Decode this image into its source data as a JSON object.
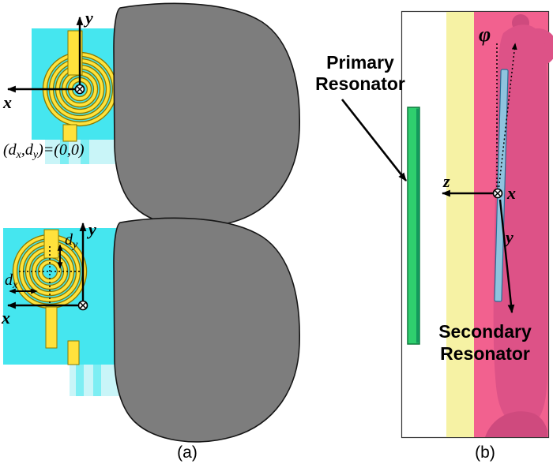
{
  "panel_a": {
    "label": "(a)",
    "top": {
      "axis_y": "y",
      "axis_x": "x",
      "offset_p1": "(d",
      "offset_s1": "x",
      "offset_p2": ",d",
      "offset_s2": "y",
      "offset_p3": ")=(0,0)"
    },
    "bottom": {
      "axis_y": "y",
      "axis_x": "x",
      "dy_base": "d",
      "dy_sub": "y",
      "dx_base": "d",
      "dx_sub": "x"
    }
  },
  "panel_b": {
    "label": "(b)",
    "primary_line1": "Primary",
    "primary_line2": "Resonator",
    "secondary_line1": "Secondary",
    "secondary_line2": "Resonator",
    "phi": "φ",
    "axis_z": "z",
    "axis_x": "x",
    "axis_y": "y"
  },
  "colors": {
    "substrate": "#45e6ef",
    "substrate_light": "#c9f5f8",
    "substrate_mid": "#7deef3",
    "coil": "#ffe23c",
    "coil_edge": "#8a7900",
    "tissue": "#7d7d7d",
    "primary_green": "#2fcf6e",
    "primary_green_dark": "#13995c",
    "secondary_blue": "#8fc3de",
    "phantom_yellow": "#f6f2a4",
    "phantom_pink": "#f2618f",
    "phantom_pink_dark": "#dd5287",
    "phantom_pink_darker": "#cf4a7e"
  }
}
